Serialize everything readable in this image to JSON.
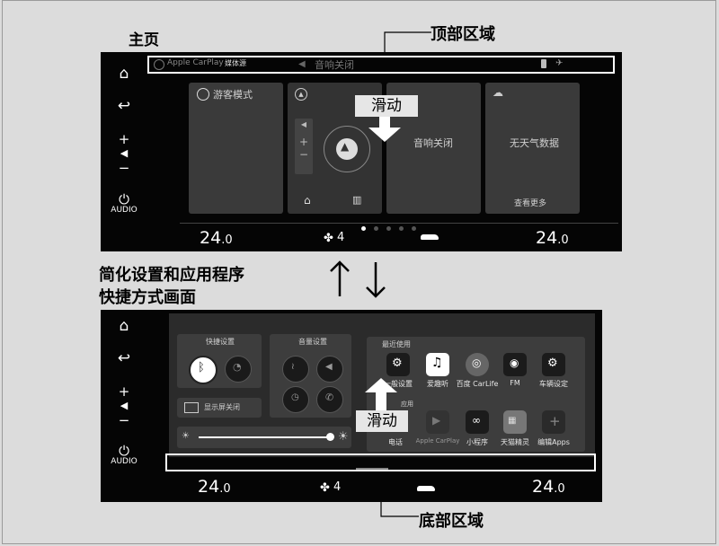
{
  "labels": {
    "home": "主页",
    "top_area": "顶部区域",
    "middle": "简化设置和应用程序",
    "middle2": "快捷方式画面",
    "bottom_area": "底部区域",
    "swipe": "滑动"
  },
  "home_screen": {
    "statusbar": {
      "carplay": "Apple CarPlay",
      "source": "媒体源",
      "audio_status": "音响关闭"
    },
    "sidebar": {
      "audio": "AUDIO"
    },
    "cards": {
      "guest": "游客模式",
      "audio": "音响关闭",
      "weather": "无天气数据",
      "weather_more": "查看更多"
    },
    "bottom": {
      "temp_left": "24",
      "temp_left_dec": ".0",
      "fan": "4",
      "temp_right": "24",
      "temp_right_dec": ".0"
    }
  },
  "shortcut_screen": {
    "sidebar": {
      "audio": "AUDIO"
    },
    "quick_settings": "快捷设置",
    "volume_settings": "音量设置",
    "display_off": "显示屏关闭",
    "recent": "最近使用",
    "apps_heading": "应用",
    "recent_apps": [
      "一般设置",
      "爱趣听",
      "百度 CarLife",
      "FM",
      "车辆设定"
    ],
    "apps": [
      "电话",
      "Apple CarPlay",
      "小程序",
      "天猫精灵",
      "编辑Apps"
    ],
    "bottom": {
      "temp_left": "24",
      "temp_left_dec": ".0",
      "fan": "4",
      "temp_right": "24",
      "temp_right_dec": ".0"
    }
  }
}
